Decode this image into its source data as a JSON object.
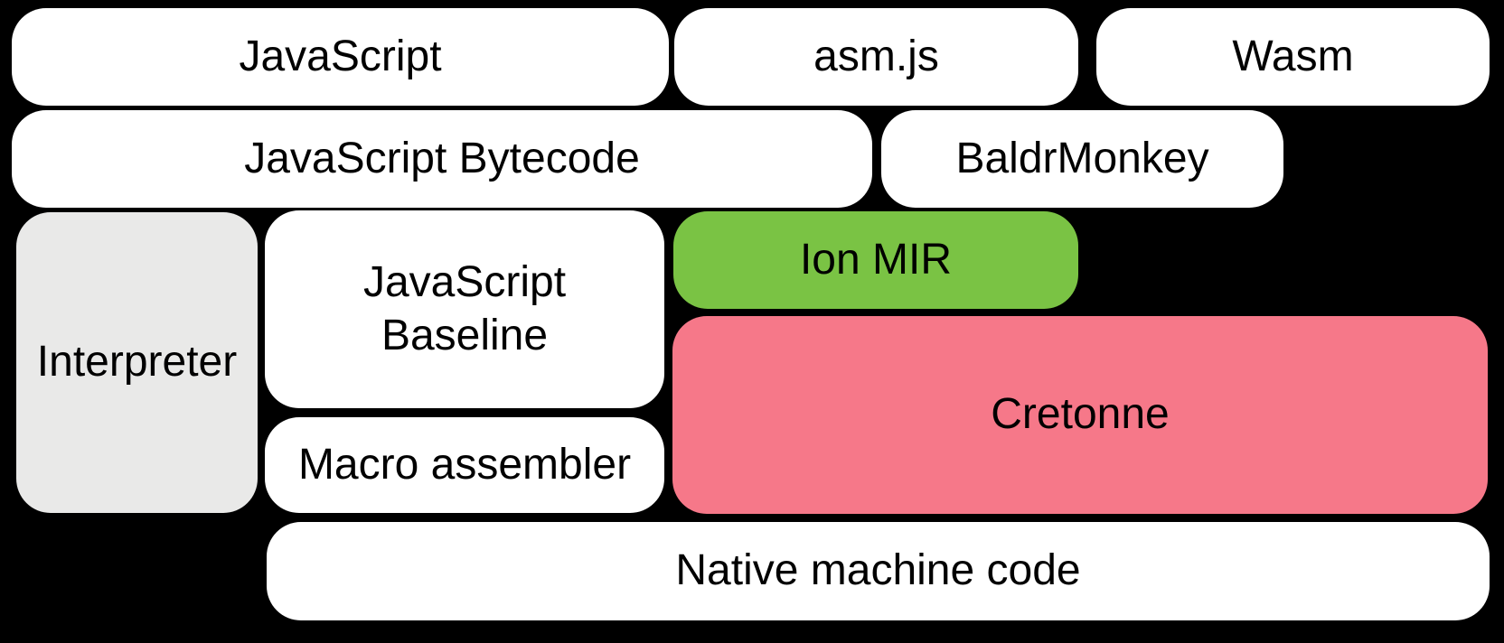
{
  "diagram": {
    "background": "#000000",
    "palette": {
      "box_white": "#ffffff",
      "interpreter_gray": "#e9e9e8",
      "ion_green": "#7ac344",
      "cretonne_pink": "#f67889",
      "text": "#000000"
    },
    "boxes": {
      "javascript": {
        "label": "JavaScript"
      },
      "asmjs": {
        "label": "asm.js"
      },
      "wasm": {
        "label": "Wasm"
      },
      "bytecode": {
        "label": "JavaScript Bytecode"
      },
      "baldrmonkey": {
        "label": "BaldrMonkey"
      },
      "interpreter": {
        "label": "Interpreter"
      },
      "baseline": {
        "label": "JavaScript\nBaseline"
      },
      "ion_mir": {
        "label": "Ion MIR"
      },
      "cretonne": {
        "label": "Cretonne"
      },
      "macro_assembler": {
        "label": "Macro assembler"
      },
      "native": {
        "label": "Native machine code"
      }
    }
  }
}
